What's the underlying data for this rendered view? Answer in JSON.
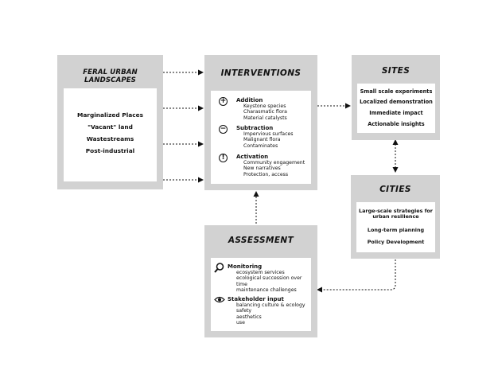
{
  "feral": {
    "title": "FERAL URBAN LANDSCAPES",
    "items": [
      "Marginalized Places",
      "\"Vacant\" land",
      "Wastestreams",
      "Post-industrial"
    ]
  },
  "interventions": {
    "title": "INTERVENTIONS",
    "groups": [
      {
        "icon": "plus-icon",
        "symbol": "+",
        "title": "Addition",
        "items": [
          "Keystone species",
          "Charasmatic flora",
          "Material catalysts"
        ]
      },
      {
        "icon": "minus-icon",
        "symbol": "−",
        "title": "Subtraction",
        "items": [
          "Impervious surfaces",
          "Malignant flora",
          "Contaminates"
        ]
      },
      {
        "icon": "exclamation-icon",
        "symbol": "!",
        "title": "Activation",
        "items": [
          "Community engagement",
          "New narratives",
          "Protection, access"
        ]
      }
    ]
  },
  "sites": {
    "title": "SITES",
    "items": [
      "Small scale experiments",
      "Localized demonstration",
      "Immediate impact",
      "Actionable insights"
    ]
  },
  "cities": {
    "title": "CITIES",
    "items": [
      "Large-scale strategies for urban resilience",
      "Long-term planning",
      "Policy Development"
    ]
  },
  "assessment": {
    "title": "ASSESSMENT",
    "groups": [
      {
        "icon": "magnifier-icon",
        "title": "Monitoring",
        "items": [
          "ecosystem services",
          "ecological succession over time",
          "maintenance challenges"
        ]
      },
      {
        "icon": "eye-icon",
        "title": "Stakeholder input",
        "items": [
          "balancing culture & ecology",
          "safety",
          "aesthetics",
          "use"
        ]
      }
    ]
  }
}
